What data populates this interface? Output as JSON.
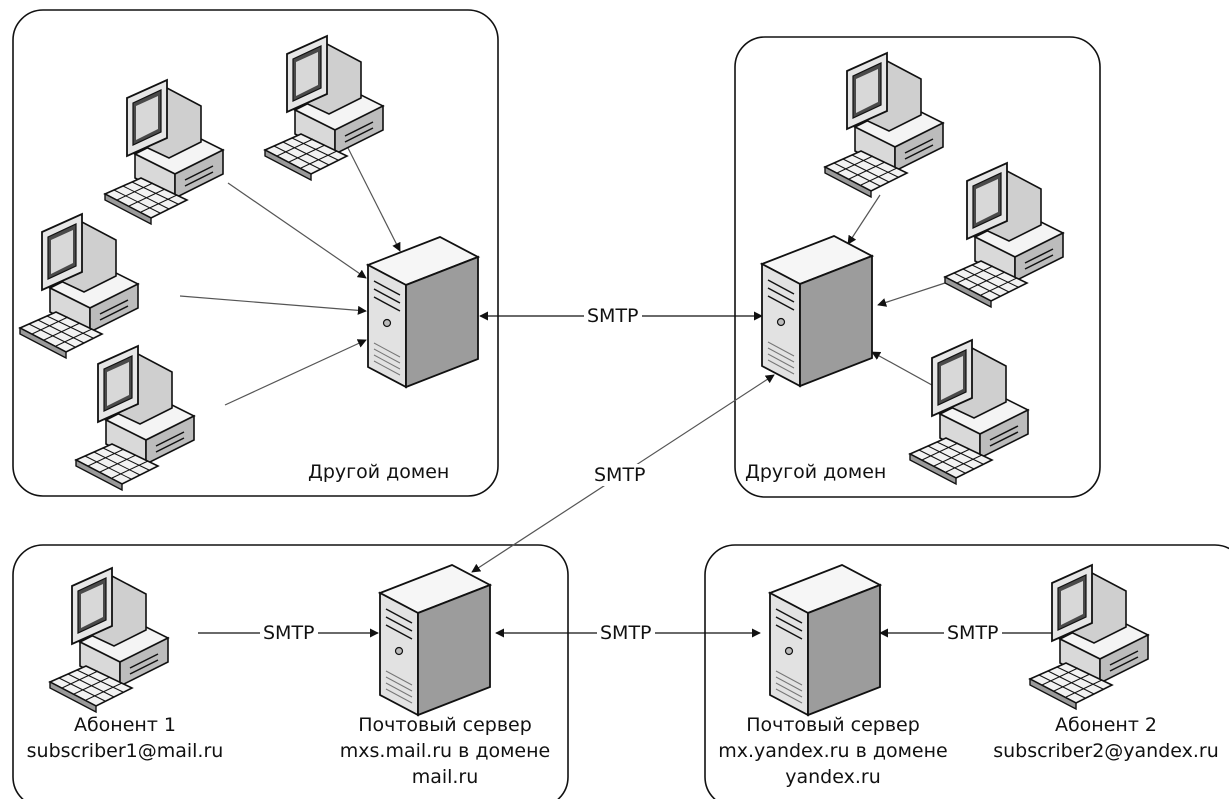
{
  "domains": {
    "top_left": {
      "label": "Другой домен"
    },
    "top_right": {
      "label": "Другой домен"
    }
  },
  "protocol_labels": {
    "servers_link": "SMTP",
    "diagonal_link": "SMTP",
    "subscriber1_link": "SMTP",
    "mail_servers_link": "SMTP",
    "subscriber2_link": "SMTP"
  },
  "subscriber1": {
    "name": "Абонент 1",
    "email": "subscriber1@mail.ru"
  },
  "mail_server_mailru": {
    "line1": "Почтовый сервер",
    "line2": "mxs.mail.ru в домене",
    "line3": "mail.ru"
  },
  "mail_server_yandex": {
    "line1": "Почтовый сервер",
    "line2": "mx.yandex.ru в домене",
    "line3": "yandex.ru"
  },
  "subscriber2": {
    "name": "Абонент 2",
    "email": "subscriber2@yandex.ru"
  },
  "icons": {
    "workstation": "desktop-computer-icon",
    "server": "tower-server-icon"
  }
}
